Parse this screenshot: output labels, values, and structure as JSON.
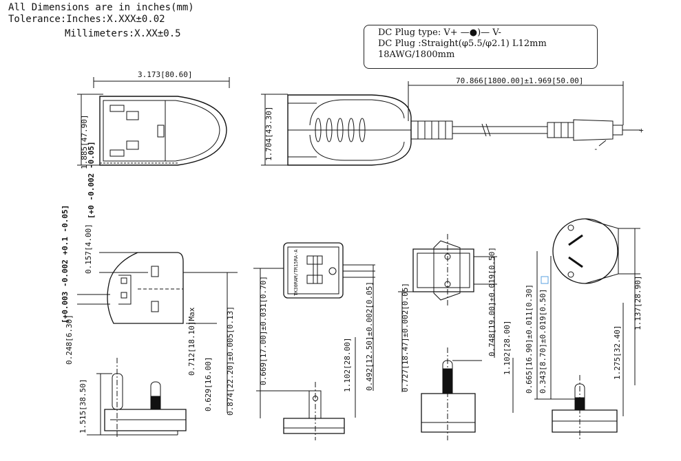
{
  "notes": {
    "line1": "All Dimensions are in inches(mm)",
    "line2": "Tolerance:Inches:X.XXX±0.02",
    "line3": "Millimeters:X.XX±0.5"
  },
  "spec": {
    "plug_type": "DC Plug type: V+ —●)— V-",
    "plug_size": "DC Plug :Straight(φ5.5/φ2.1) L12mm",
    "cable": "18AWG/1800mm"
  },
  "dims": {
    "body_width": "3.173[80.60]",
    "body_height": "1.885[47.90]",
    "side_height": "1.704[43.30]",
    "cable_length": "70.866[1800.00]±1.969[50.00]",
    "cable_plus": "+",
    "cable_minus": "-",
    "uk_tol_top": "[+0 -0.002 -0.05]",
    "uk_pin_width": "0.157[4.00]",
    "uk_tol_left": "[+0.003 -0.002 +0.1 -0.05]",
    "uk_pin_thick": "0.248[6.30]",
    "uk_max": "0.712[18.10]Max",
    "uk_629": "0.629[16.00]",
    "uk_874": "0.874[22.20]±0.005[0.13]",
    "uk_1515": "1.515[38.50]",
    "us_669": "0.669[17.00]±0.031[0.70]",
    "us_1102": "1.102[28.00]",
    "us_492": "0.492[12.50]±0.002[0.05]",
    "us_model": "TK30RAM/TR15RA-A",
    "eu_727": "0.727[18.47]±0.002[0.05]",
    "eu_748": "0.748[19.00]±0.019[0.50]",
    "eu_1102": "1.102[28.00]",
    "au_665": "0.665[16.90]±0.011[0.30]",
    "au_343": "0.343[8.70]±0.019[0.50]",
    "au_1275": "1.275[32.40]",
    "au_1137": "1.137[28.90]"
  }
}
